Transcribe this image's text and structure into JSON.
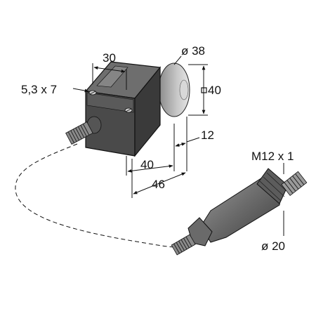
{
  "labels": {
    "width_30": "30",
    "diameter_38": "ø 38",
    "slot_5_3x7": "5,3 x 7",
    "square_40": "40",
    "depth_12": "12",
    "length_40": "40",
    "length_46": "46",
    "thread_m12": "M12 x 1",
    "diameter_20": "ø 20"
  },
  "colors": {
    "housing_front": "#4a4a4a",
    "housing_top": "#6e6e6e",
    "housing_side": "#3a3a3a",
    "face": "#bdbdbd",
    "connector": "#7a7a7a",
    "cable": "#111111"
  }
}
